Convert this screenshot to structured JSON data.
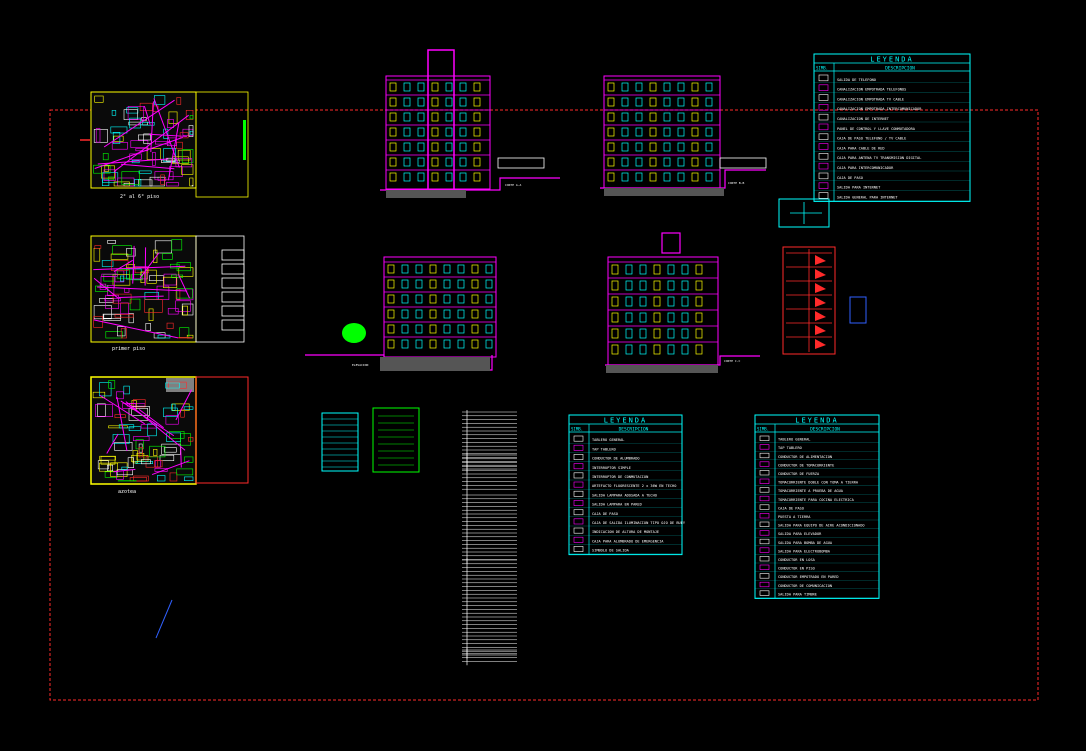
{
  "colors": {
    "background": "#000000",
    "frame": "#ff2a2a",
    "cyan": "#00ffff",
    "magenta": "#ff00ff",
    "yellow": "#ffff00",
    "green": "#00ff00",
    "white": "#ffffff",
    "red": "#ff2a2a",
    "blue": "#3060ff",
    "grey": "#808080"
  },
  "legend_top": {
    "title": "LEYENDA",
    "col_symbol": "SIMB.",
    "col_desc": "DESCRIPCION",
    "rows": [
      "SALIDA DE TELEFONO",
      "CANALIZACION EMPOTRADA TELEFONOS",
      "CANALIZACION EMPOTRADA TV CABLE",
      "CANALIZACION EMPOTRADA INTERCOMUNICADOR",
      "CANALIZACION DE INTERNET",
      "PANEL DE CONTROL Y LLAVE CONMUTADORA",
      "CAJA DE PASO TELEFONO / TV CABLE",
      "CAJA PARA CABLE DE RED",
      "CAJA PARA ANTENA TV TRANSMISION DIGITAL",
      "CAJA PARA INTERCOMUNICADOR",
      "CAJA DE PASO",
      "SALIDA PARA INTERNET",
      "SALIDA GENERAL PARA INTERNET"
    ]
  },
  "legend_mid": {
    "title": "LEYENDA",
    "col_symbol": "SIMB.",
    "col_desc": "DESCRIPCION",
    "rows": [
      "TABLERO GENERAL",
      "TAP TABLERO",
      "CONDUCTOR DE ALUMBRADO",
      "INTERRUPTOR SIMPLE",
      "INTERRUPTOR DE CONMUTACION",
      "ARTEFACTO FLUORESCENTE 2 x 36W EN TECHO",
      "SALIDA LAMPARA ADOSADA A TECHO",
      "SALIDA LAMPARA EN PARED",
      "CAJA DE PASO",
      "CAJA DE SALIDA ILUMINACION TIPO OJO DE BUEY",
      "INDICACION DE ALTURA DE MONTAJE",
      "CAJA PARA ALUMBRADO DE EMERGENCIA",
      "SIMBOLO DE SALIDA"
    ]
  },
  "legend_right": {
    "title": "LEYENDA",
    "col_symbol": "SIMB.",
    "col_desc": "DESCRIPCION",
    "rows": [
      "TABLERO GENERAL",
      "TAP TABLERO",
      "CONDUCTOR DE ALIMENTACION",
      "CONDUCTOR DE TOMACORRIENTE",
      "CONDUCTOR DE FUERZA",
      "TOMACORRIENTE DOBLE CON TOMA A TIERRA",
      "TOMACORRIENTE A PRUEBA DE AGUA",
      "TOMACORRIENTE PARA COCINA ELECTRICA",
      "CAJA DE PASO",
      "PUESTA A TIERRA",
      "SALIDA PARA EQUIPO DE AIRE ACONDICIONADO",
      "SALIDA PARA ELEVADOR",
      "SALIDA PARA BOMBA DE AGUA",
      "SALIDA PARA ELECTROBOMBA",
      "CONDUCTOR EN LOSA",
      "CONDUCTOR EN PISO",
      "CONDUCTOR EMPOTRADO EN PARED",
      "CONDUCTOR DE COMUNICACION",
      "SALIDA PARA TIMBRE"
    ]
  },
  "plans": {
    "plan1_caption": "2° al 6° piso",
    "plan2_caption": "primer piso",
    "plan3_caption": "azotea"
  },
  "sections": {
    "a": "CORTE A-A",
    "b": "CORTE B-B",
    "c": "ELEVACION",
    "d": "CORTE C-C"
  }
}
